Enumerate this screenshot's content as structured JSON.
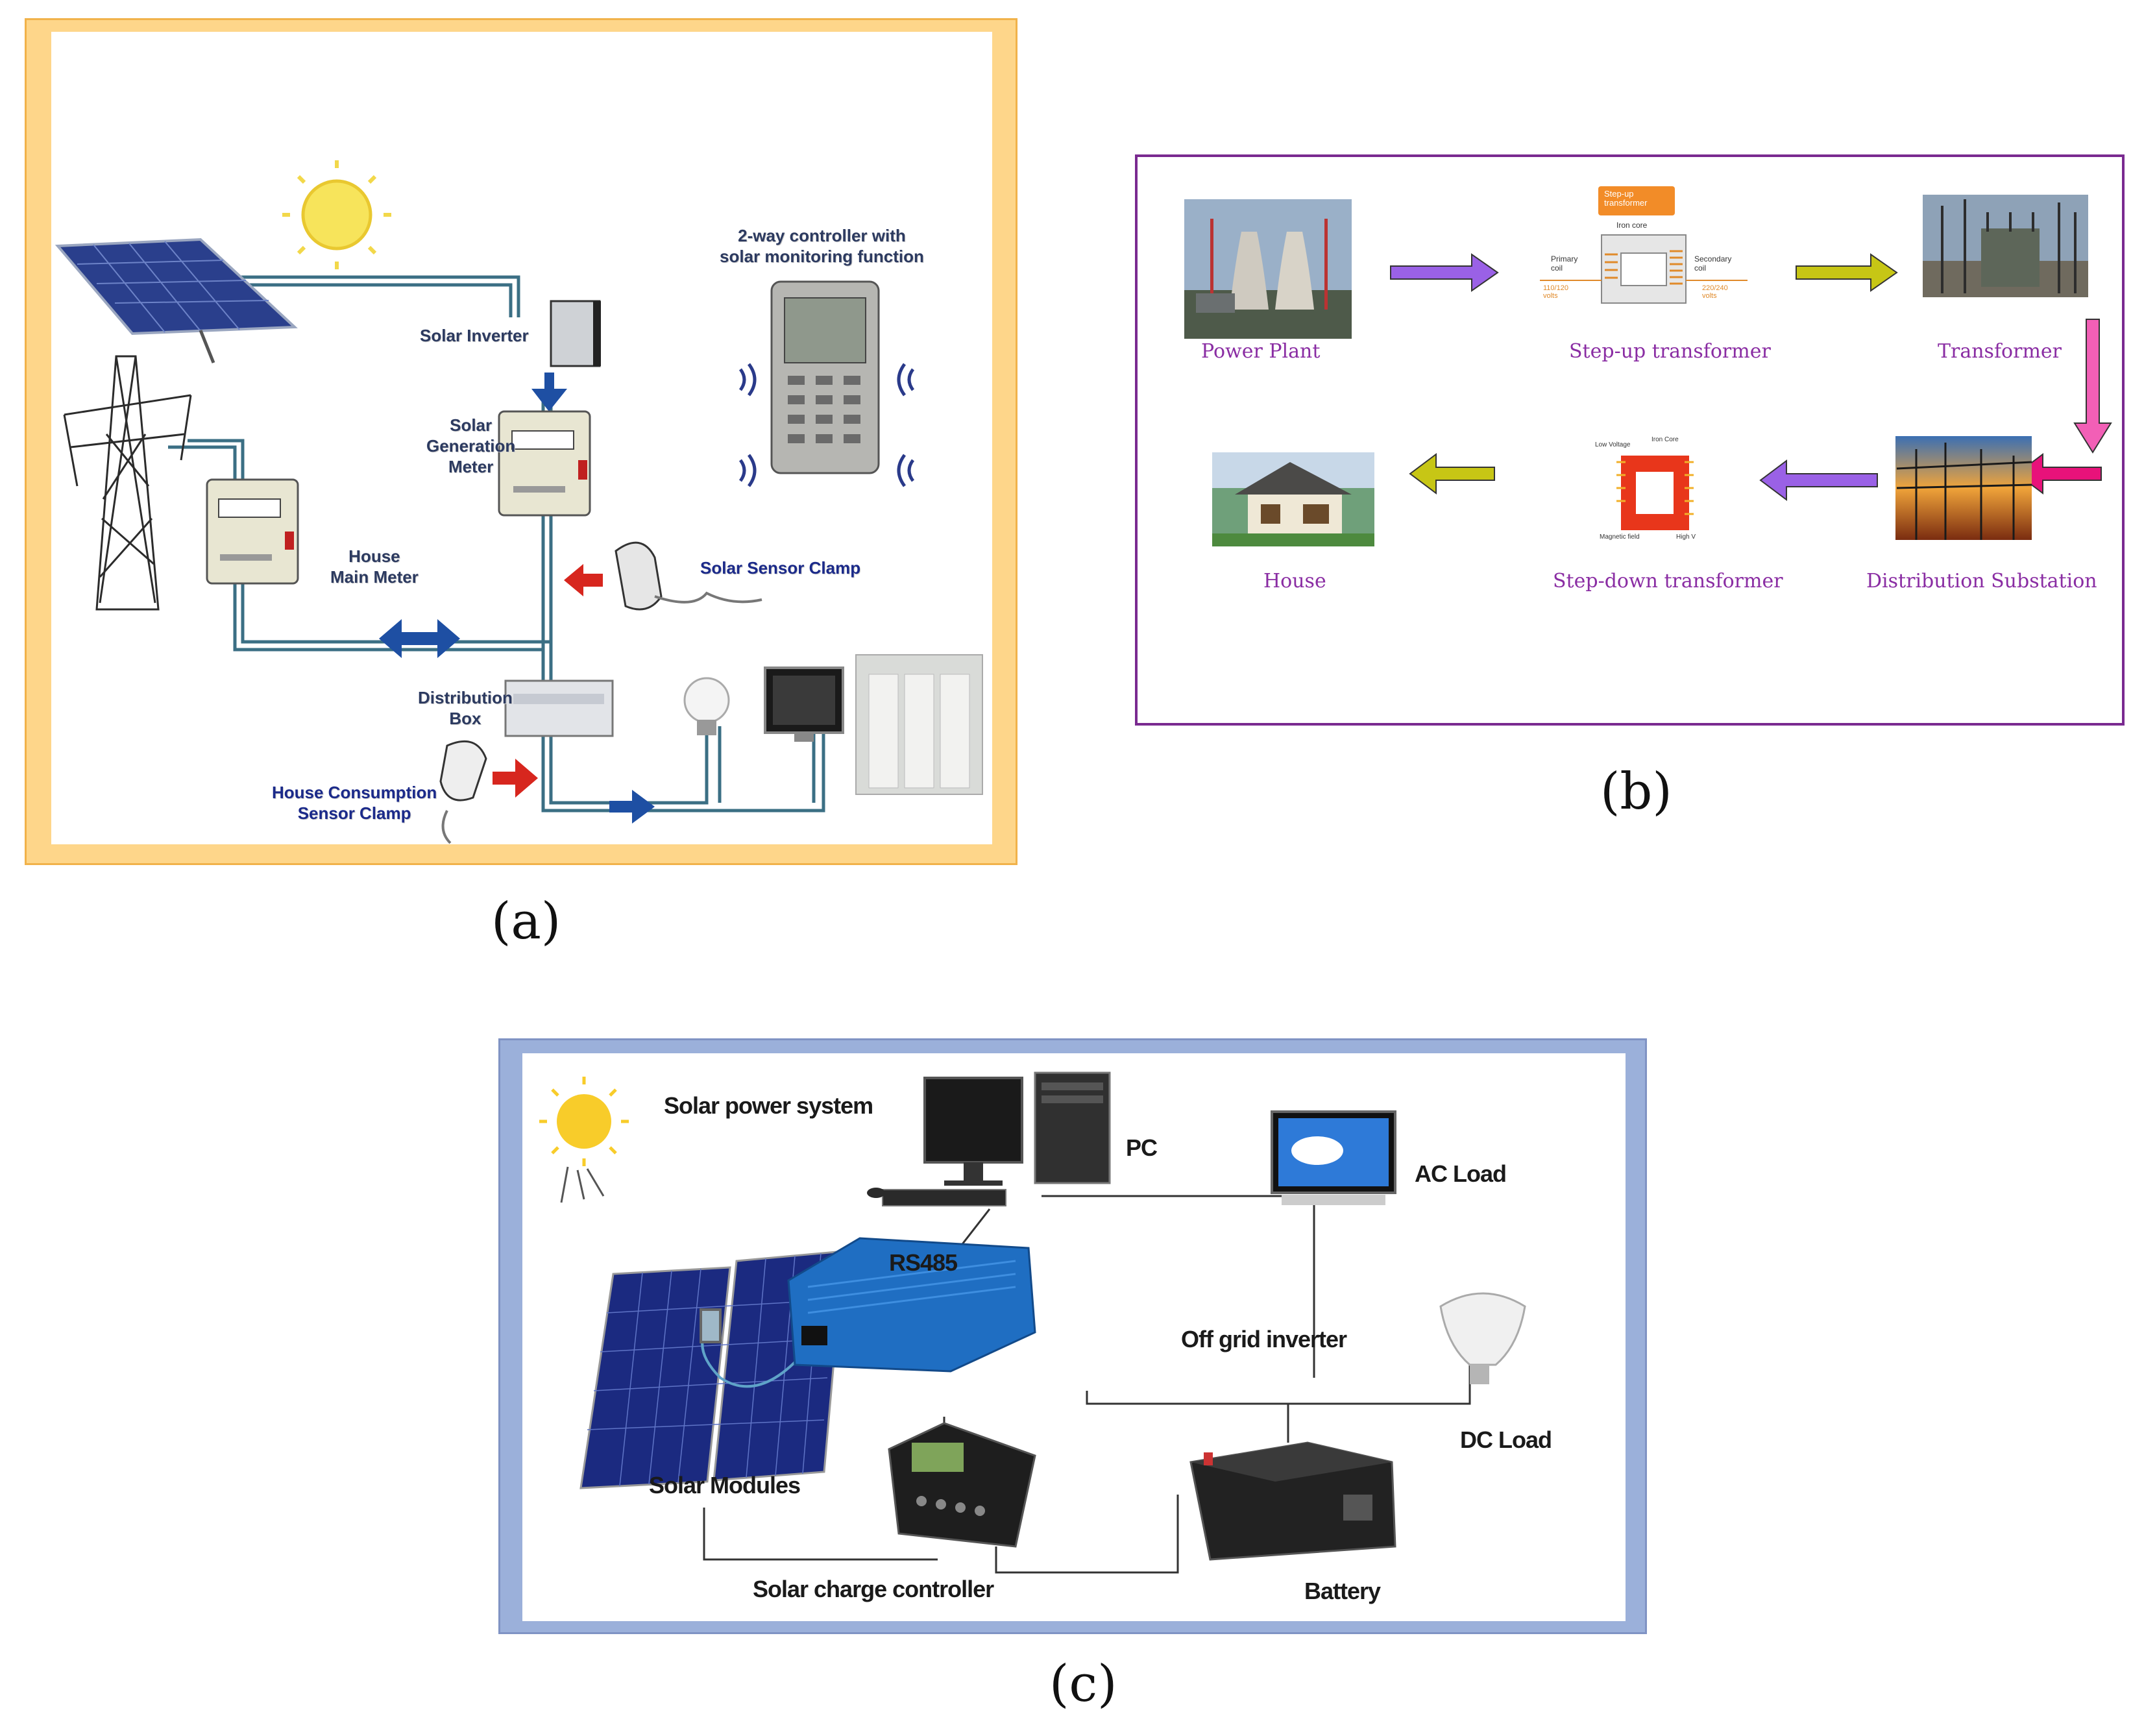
{
  "panels": {
    "a": {
      "tag": "(a)",
      "labels": {
        "controller": "2-way controller with\nsolar monitoring function",
        "inverter": "Solar Inverter",
        "gen_meter": "Solar\nGeneration\nMeter",
        "house_meter": "House\nMain Meter",
        "sensor_clamp": "Solar Sensor Clamp",
        "dist_box": "Distribution\nBox",
        "consumption_clamp": "House Consumption\nSensor Clamp"
      }
    },
    "b": {
      "tag": "(b)",
      "labels": {
        "power_plant": "Power Plant",
        "stepup": "Step-up transformer",
        "transformer": "Transformer",
        "house": "House",
        "stepdown": "Step-down transformer",
        "substation": "Distribution Substation"
      },
      "stepup_diagram": {
        "badge": "Step-up transformer",
        "core": "Iron core",
        "primary": "Primary coil",
        "secondary": "Secondary coil",
        "vin": "110/120 volts",
        "vout": "220/240 volts"
      },
      "stepdown_diagram": {
        "low": "Low Voltage",
        "core": "Iron Core",
        "magnetic": "Magnetic field",
        "high": "High V"
      },
      "arrow_colors": {
        "purple": "#9a61e6",
        "olive": "#c7c615",
        "pink": "#f25fb6",
        "magenta": "#e8127a"
      }
    },
    "c": {
      "tag": "(c)",
      "labels": {
        "title": "Solar power system",
        "pc": "PC",
        "ac_load": "AC Load",
        "rs485": "RS485",
        "inverter": "Off grid inverter",
        "dc_load": "DC Load",
        "modules": "Solar Modules",
        "controller": "Solar charge controller",
        "battery": "Battery"
      }
    }
  }
}
